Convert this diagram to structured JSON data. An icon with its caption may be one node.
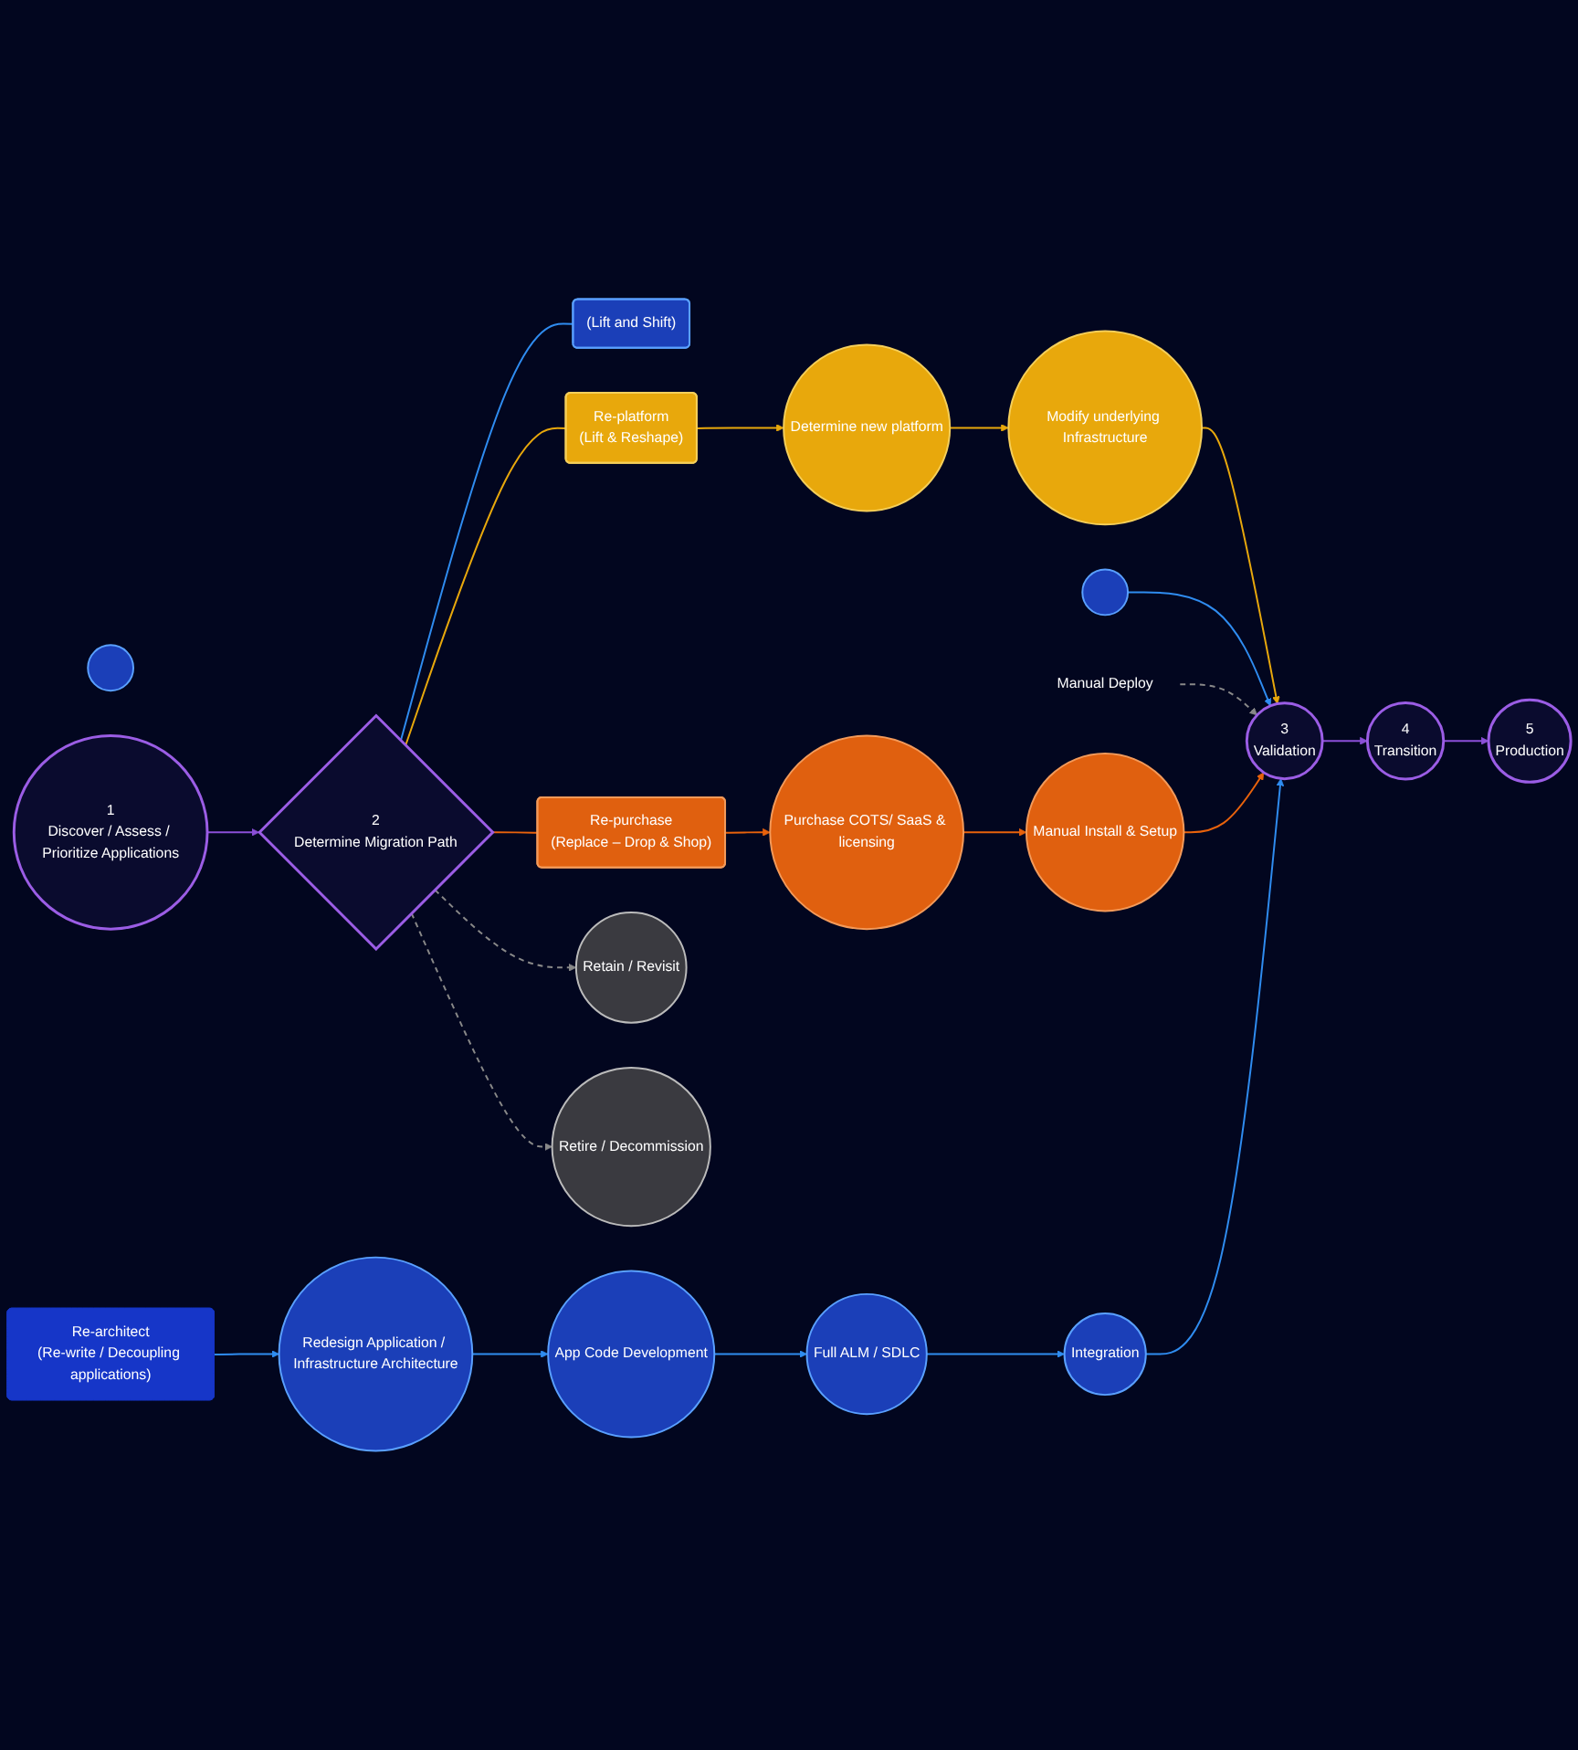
{
  "diagram": {
    "nodes": [
      {
        "text": [
          "(Lift and Shift)"
        ]
      },
      {
        "text": [],
        "shape": "circle"
      },
      {
        "text": [],
        "shape": "circle"
      },
      {
        "text": [
          "Manual Deploy"
        ]
      },
      {
        "text": [
          "1",
          "Discover / Assess / Prioritize Applications"
        ]
      },
      {
        "text": [
          "2",
          "Determine Migration Path"
        ]
      },
      {
        "text": [
          "Re-platform",
          "(Lift & Reshape)"
        ]
      },
      {
        "text": [
          "Determine new platform"
        ]
      },
      {
        "text": [
          "Modify underlying Infrastructure"
        ]
      },
      {
        "text": [
          "3",
          "Validation"
        ]
      },
      {
        "text": [
          "Re-purchase",
          "(Replace – Drop & Shop)"
        ]
      },
      {
        "text": [
          "Purchase COTS/ SaaS & licensing"
        ]
      },
      {
        "text": [
          "Manual Install & Setup"
        ]
      },
      {
        "text": [
          "Retain / Revisit"
        ]
      },
      {
        "text": [
          "Retire / Decommission"
        ]
      },
      {
        "text": [
          "Re-architect",
          "(Re-write / Decoupling applications)"
        ]
      },
      {
        "text": [
          "Redesign Application / Infrastructure Architecture"
        ]
      },
      {
        "text": [
          "App Code Development"
        ]
      },
      {
        "text": [
          "Full ALM / SDLC"
        ]
      },
      {
        "text": [
          "Integration"
        ]
      },
      {
        "text": [
          "4",
          "Transition"
        ]
      },
      {
        "text": [
          "5",
          "Production"
        ]
      }
    ],
    "edges": [
      {
        "from": 4,
        "to": 5,
        "arrow": "to",
        "color": "#8b4fd8"
      },
      {
        "from": 5,
        "to": 0,
        "arrow": "none"
      },
      {
        "from": 5,
        "to": 6,
        "arrow": "none",
        "color": "#e8a80c"
      },
      {
        "from": 5,
        "to": 10,
        "arrow": "none",
        "color": "#e8620c"
      },
      {
        "from": 6,
        "to": 7,
        "arrow": "to",
        "color": "#e8a80c"
      },
      {
        "from": 7,
        "to": 8,
        "arrow": "to",
        "color": "#e8a80c"
      },
      {
        "from": 8,
        "to": 9,
        "arrow": "to",
        "color": "#e8a80c"
      },
      {
        "from": 2,
        "to": 9,
        "arrow": "to"
      },
      {
        "from": 3,
        "to": 9,
        "arrow": "to",
        "style": "dashed",
        "color": "#888888"
      },
      {
        "from": 10,
        "to": 11,
        "arrow": "to",
        "color": "#e8620c"
      },
      {
        "from": 11,
        "to": 12,
        "arrow": "to",
        "color": "#e8620c"
      },
      {
        "from": 12,
        "to": 9,
        "arrow": "to",
        "color": "#e8620c"
      },
      {
        "from": 5,
        "to": 13,
        "arrow": "to",
        "style": "dashed",
        "color": "#888888"
      },
      {
        "from": 5,
        "to": 14,
        "arrow": "to",
        "style": "dashed",
        "color": "#888888"
      },
      {
        "from": 15,
        "to": 16,
        "arrow": "to"
      },
      {
        "from": 16,
        "to": 17,
        "arrow": "to"
      },
      {
        "from": 17,
        "to": 18,
        "arrow": "to"
      },
      {
        "from": 18,
        "to": 19,
        "arrow": "to"
      },
      {
        "from": 19,
        "to": 9,
        "arrow": "to"
      },
      {
        "from": 9,
        "to": 20,
        "arrow": "to",
        "color": "#8b4fd8"
      },
      {
        "from": 20,
        "to": 21,
        "arrow": "to",
        "color": "#8b4fd8"
      }
    ]
  }
}
